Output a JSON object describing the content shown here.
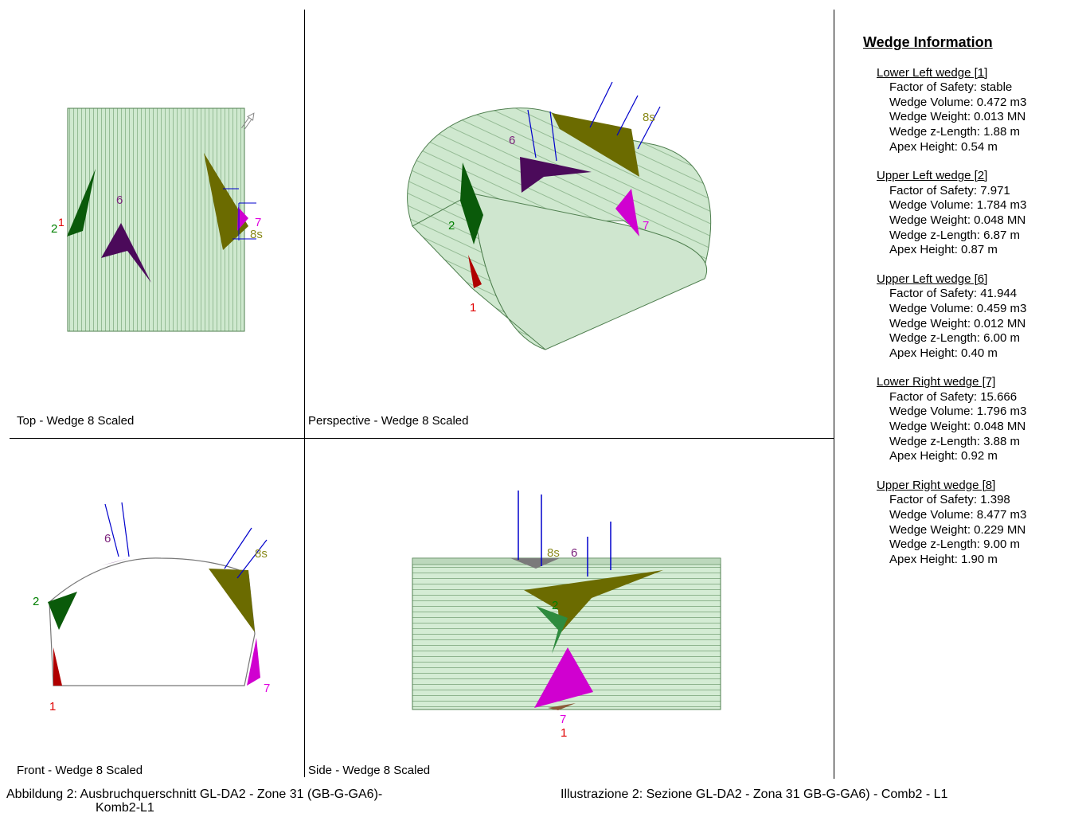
{
  "panels": {
    "top_label": "Top - Wedge 8 Scaled",
    "perspective_label": "Perspective - Wedge 8 Scaled",
    "front_label": "Front - Wedge 8 Scaled",
    "side_label": "Side - Wedge 8 Scaled"
  },
  "wedge_labels": {
    "w1": "1",
    "w2": "2",
    "w6": "6",
    "w7": "7",
    "w8s": "8s"
  },
  "colors": {
    "tunnel_fill": "#cfe9cf",
    "tunnel_line": "#5a8a5a",
    "wedge1": "#b00000",
    "wedge2": "#0a5a0a",
    "wedge6": "#4b0a5a",
    "wedge7": "#d000d0",
    "wedge8": "#6b6b00",
    "bolt": "#0000cc",
    "label1": "#e00000",
    "label2": "#008000",
    "label6": "#7a1f7a",
    "label7": "#e000e0",
    "label8": "#8a8a1a"
  },
  "info": {
    "title": "Wedge Information",
    "wedges": [
      {
        "title": "Lower Left wedge [1]",
        "rows": [
          "Factor of Safety: stable",
          "Wedge Volume: 0.472 m3",
          "Wedge Weight: 0.013 MN",
          "Wedge z-Length: 1.88 m",
          "Apex Height: 0.54 m"
        ]
      },
      {
        "title": "Upper Left wedge [2]",
        "rows": [
          "Factor of Safety: 7.971",
          "Wedge Volume: 1.784 m3",
          "Wedge Weight: 0.048 MN",
          "Wedge z-Length: 6.87 m",
          "Apex Height: 0.87 m"
        ]
      },
      {
        "title": "Upper Left wedge [6]",
        "rows": [
          "Factor of Safety: 41.944",
          "Wedge Volume: 0.459 m3",
          "Wedge Weight: 0.012 MN",
          "Wedge z-Length: 6.00 m",
          "Apex Height: 0.40 m"
        ]
      },
      {
        "title": "Lower Right wedge [7]",
        "rows": [
          "Factor of Safety: 15.666",
          "Wedge Volume: 1.796 m3",
          "Wedge Weight: 0.048 MN",
          "Wedge z-Length: 3.88 m",
          "Apex Height: 0.92 m"
        ]
      },
      {
        "title": "Upper Right wedge [8]",
        "rows": [
          "Factor of Safety: 1.398",
          "Wedge Volume: 8.477 m3",
          "Wedge Weight: 0.229 MN",
          "Wedge z-Length: 9.00 m",
          "Apex Height: 1.90 m"
        ]
      }
    ]
  },
  "captions": {
    "left_line1": "Abbildung 2: Ausbruchquerschnitt GL-DA2 - Zone 31 (GB-G-GA6)-",
    "left_line2": "Komb2-L1",
    "right": "Illustrazione 2: Sezione GL-DA2 - Zona 31 GB-G-GA6) - Comb2 - L1"
  }
}
